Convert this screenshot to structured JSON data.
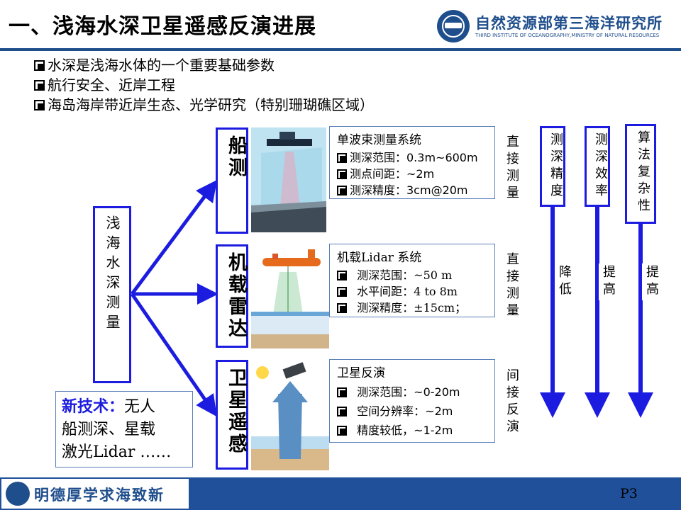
{
  "title": "一、浅海水深卫星遥感反演进展",
  "institute": {
    "name": "自然资源部第三海洋研究所",
    "subtitle": "THIRD INSTITUTE OF OCEANOGRAPHY,MINISTRY OF NATURAL RESOURCES"
  },
  "bullets": [
    "水深是浅海水体的一个重要基础参数",
    "航行安全、近岸工程",
    "海岛海岸带近岸生态、光学研究（特别珊瑚礁区域）"
  ],
  "main_box": "浅海水深测量",
  "methods": [
    {
      "label": "船测",
      "info_title": "单波束测量系统",
      "items": [
        "测深范围：0.3m~600m",
        "测点间距：~2m",
        "测深精度：3cm@20m"
      ],
      "measure_type": "直接测量"
    },
    {
      "label": "机载雷达",
      "info_title": "机载Lidar 系统",
      "items": [
        "测深范围：~50 m",
        "水平间距：4 to 8m",
        "测深精度：±15cm；"
      ],
      "measure_type": "直接测量"
    },
    {
      "label": "卫星遥感",
      "info_title": "卫星反演",
      "items": [
        "测深范围：~0-20m",
        "空间分辨率：~2m",
        "精度较低，~1-2m"
      ],
      "measure_type": "间接反演"
    }
  ],
  "metrics": [
    {
      "label": "测深精度",
      "trend": "降低"
    },
    {
      "label": "测深效率",
      "trend": "提高"
    },
    {
      "label": "算法复杂性",
      "trend": "提高"
    }
  ],
  "new_tech": {
    "highlight": "新技术：",
    "text1": "无人",
    "text2": "船测深、星载",
    "text3": "激光Lidar ……"
  },
  "footer": {
    "slogan": "明德厚学求海致新",
    "page": "P3"
  },
  "colors": {
    "accent": "#1c1ce0",
    "brand": "#1f4e8c",
    "footer_bg": "#20509a"
  }
}
